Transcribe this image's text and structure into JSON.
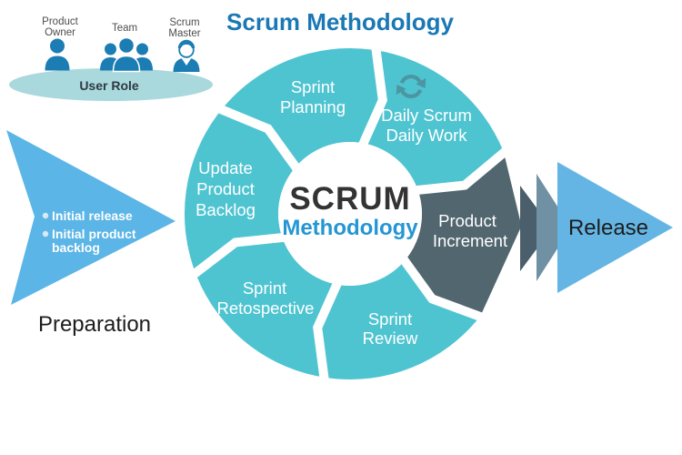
{
  "title": "Scrum Methodology",
  "user_role": {
    "platform_label": "User Role",
    "product_owner": {
      "line1": "Product",
      "line2": "Owner"
    },
    "team": {
      "label": "Team"
    },
    "scrum_master": {
      "line1": "Scrum",
      "line2": "Master"
    }
  },
  "preparation": {
    "label": "Preparation",
    "bullet1": "Initial release",
    "bullet2_line1": "Initial product",
    "bullet2_line2": "backlog"
  },
  "center_badge": {
    "line1": "SCRUM",
    "line2": "Methodology"
  },
  "cycle": {
    "sprint_planning": {
      "line1": "Sprint",
      "line2": "Planning"
    },
    "daily_scrum": {
      "line1": "Daily Scrum",
      "line2": "Daily Work"
    },
    "product_increment": {
      "line1": "Product",
      "line2": "Increment"
    },
    "sprint_review": {
      "line1": "Sprint",
      "line2": "Review"
    },
    "sprint_retospective": {
      "line1": "Sprint",
      "line2": "Retospective"
    },
    "update_product_backlog": {
      "line1": "Update",
      "line2": "Product",
      "line3": "Backlog"
    }
  },
  "release": {
    "label": "Release"
  },
  "colors": {
    "teal_segment": "#4FC4D1",
    "dark_segment": "#52666F",
    "title_blue": "#1A78B5",
    "methodology_blue": "#2496D3",
    "person_blue": "#1B7DB3",
    "ellipse_teal": "#A9D8DD",
    "preparation_arrow_blue": "#5BB5E6",
    "release_triangle_light": "#64B5E4",
    "release_triangle_medium": "#7090A4",
    "release_triangle_dark": "#4A5F6B",
    "refresh_icon": "#4C96A2"
  }
}
